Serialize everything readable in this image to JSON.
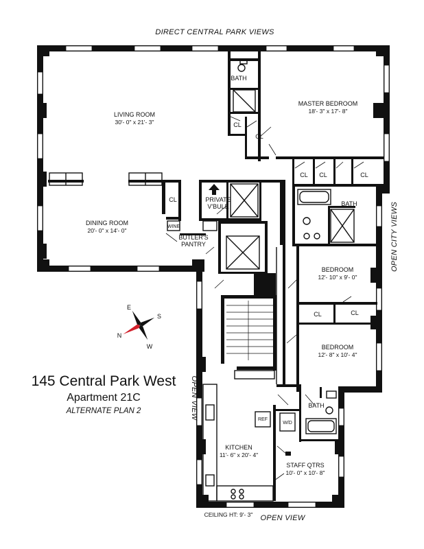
{
  "views": {
    "top": "DIRECT CENTRAL PARK VIEWS",
    "right": "OPEN CITY VIEWS",
    "left_lower": "OPEN VIEW",
    "bottom": "OPEN VIEW"
  },
  "rooms": {
    "living_room": {
      "name": "LIVING ROOM",
      "dim": "30'- 0\" x 21'- 3\""
    },
    "dining_room": {
      "name": "DINING ROOM",
      "dim": "20'- 0\" x 14'- 0\""
    },
    "master_bedroom": {
      "name": "MASTER BEDROOM",
      "dim": "18'- 3\" x 17'- 8\""
    },
    "bedroom_1": {
      "name": "BEDROOM",
      "dim": "12'- 10\" x 9'- 0\""
    },
    "bedroom_2": {
      "name": "BEDROOM",
      "dim": "12'- 8\" x 10'- 4\""
    },
    "kitchen": {
      "name": "KITCHEN",
      "dim": "11'- 6\" x 20'- 4\""
    },
    "staff_qtrs": {
      "name": "STAFF QTRS",
      "dim": "10'- 0\" x 10'- 8\""
    },
    "bath": "BATH",
    "closet": "CL",
    "private_vestibule": [
      "PRIVATE",
      "V'BULE"
    ],
    "butlers_pantry": [
      "BUTLER'S",
      "PANTRY"
    ],
    "ref": "REF",
    "wd": "W/D",
    "wine": "WINE"
  },
  "compass": {
    "n": "N",
    "s": "S",
    "e": "E",
    "w": "W"
  },
  "title": {
    "address": "145 Central Park West",
    "apartment": "Apartment 21C",
    "plan": "ALTERNATE PLAN 2"
  },
  "ceiling": "CEILING HT: 9'- 3\""
}
